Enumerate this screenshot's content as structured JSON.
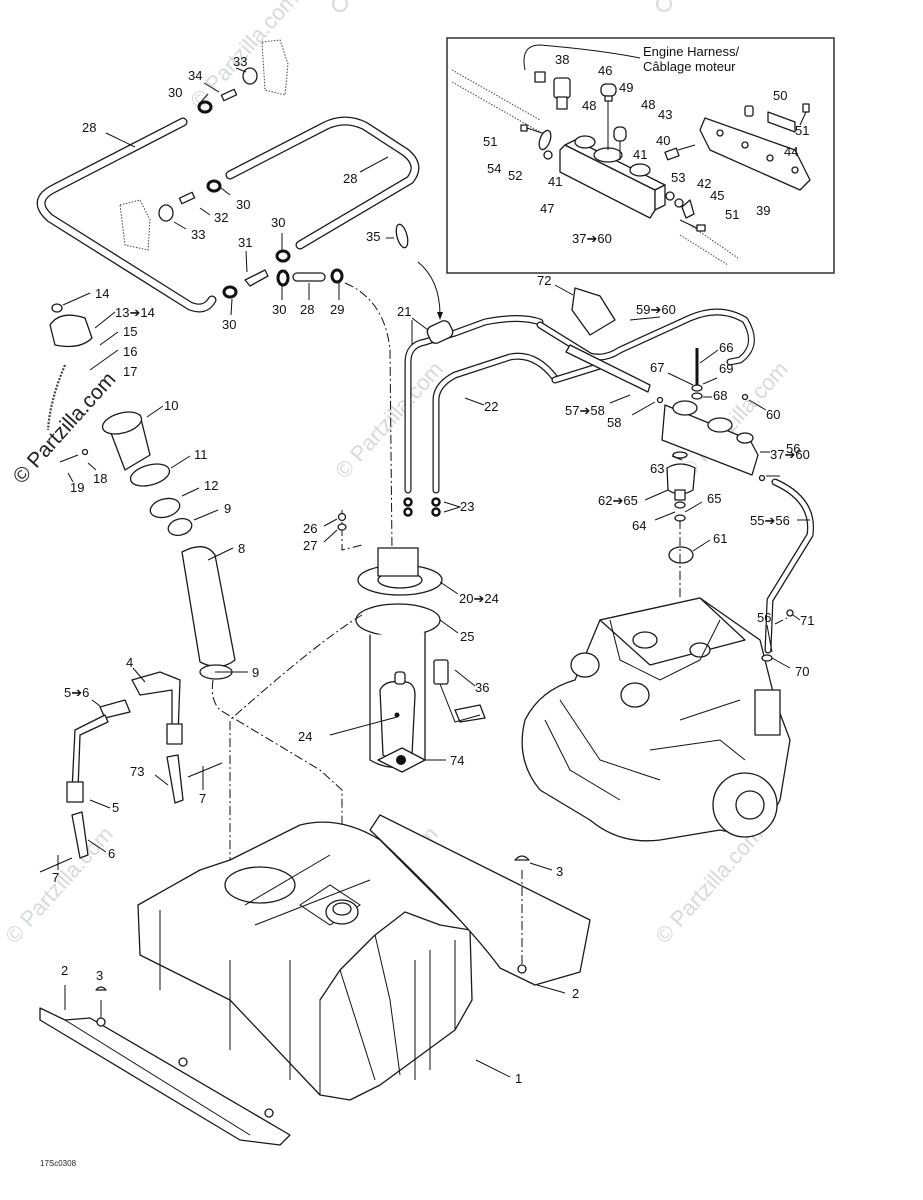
{
  "diagram": {
    "title": "Fuel System Exploded View",
    "drawing_code": "17Sc0308",
    "inset": {
      "harness_label_line1": "Engine Harness/",
      "harness_label_line2": "Câblage moteur"
    },
    "watermark": {
      "text": "© Partzilla.com",
      "prominent_text": "© Partzilla.com"
    },
    "callouts": [
      {
        "id": "c38",
        "text": "38"
      },
      {
        "id": "c46",
        "text": "46"
      },
      {
        "id": "c49",
        "text": "49"
      },
      {
        "id": "c48a",
        "text": "48"
      },
      {
        "id": "c48b",
        "text": "48"
      },
      {
        "id": "c43",
        "text": "43"
      },
      {
        "id": "c50",
        "text": "50"
      },
      {
        "id": "c51a",
        "text": "51"
      },
      {
        "id": "c51b",
        "text": "51"
      },
      {
        "id": "c51c",
        "text": "51"
      },
      {
        "id": "c54",
        "text": "54"
      },
      {
        "id": "c52",
        "text": "52"
      },
      {
        "id": "c41a",
        "text": "41"
      },
      {
        "id": "c41b",
        "text": "41"
      },
      {
        "id": "c40",
        "text": "40"
      },
      {
        "id": "c44",
        "text": "44"
      },
      {
        "id": "c47",
        "text": "47"
      },
      {
        "id": "c53",
        "text": "53"
      },
      {
        "id": "c42",
        "text": "42"
      },
      {
        "id": "c45",
        "text": "45"
      },
      {
        "id": "c39",
        "text": "39"
      },
      {
        "id": "c37-60-inset",
        "text": "37➔60"
      },
      {
        "id": "c33a",
        "text": "33"
      },
      {
        "id": "c34",
        "text": "34"
      },
      {
        "id": "c30a",
        "text": "30"
      },
      {
        "id": "c28a",
        "text": "28"
      },
      {
        "id": "c28b",
        "text": "28"
      },
      {
        "id": "c30b",
        "text": "30"
      },
      {
        "id": "c32",
        "text": "32"
      },
      {
        "id": "c33b",
        "text": "33"
      },
      {
        "id": "c30c",
        "text": "30"
      },
      {
        "id": "c31",
        "text": "31"
      },
      {
        "id": "c35",
        "text": "35"
      },
      {
        "id": "c30d",
        "text": "30"
      },
      {
        "id": "c30e",
        "text": "30"
      },
      {
        "id": "c28c",
        "text": "28"
      },
      {
        "id": "c29",
        "text": "29"
      },
      {
        "id": "c14",
        "text": "14"
      },
      {
        "id": "c13-14",
        "text": "13➔14"
      },
      {
        "id": "c15",
        "text": "15"
      },
      {
        "id": "c16",
        "text": "16"
      },
      {
        "id": "c17",
        "text": "17"
      },
      {
        "id": "c10",
        "text": "10"
      },
      {
        "id": "c11",
        "text": "11"
      },
      {
        "id": "c12",
        "text": "12"
      },
      {
        "id": "c9a",
        "text": "9"
      },
      {
        "id": "c8",
        "text": "8"
      },
      {
        "id": "c18",
        "text": "18"
      },
      {
        "id": "c19",
        "text": "19"
      },
      {
        "id": "c21",
        "text": "21"
      },
      {
        "id": "c22",
        "text": "22"
      },
      {
        "id": "c23",
        "text": "23"
      },
      {
        "id": "c26",
        "text": "26"
      },
      {
        "id": "c27",
        "text": "27"
      },
      {
        "id": "c20-24",
        "text": "20➔24"
      },
      {
        "id": "c25",
        "text": "25"
      },
      {
        "id": "c36",
        "text": "36"
      },
      {
        "id": "c24",
        "text": "24"
      },
      {
        "id": "c74",
        "text": "74"
      },
      {
        "id": "c72",
        "text": "72"
      },
      {
        "id": "c59-60",
        "text": "59➔60"
      },
      {
        "id": "c66",
        "text": "66"
      },
      {
        "id": "c67",
        "text": "67"
      },
      {
        "id": "c69",
        "text": "69"
      },
      {
        "id": "c68",
        "text": "68"
      },
      {
        "id": "c57-58",
        "text": "57➔58"
      },
      {
        "id": "c58",
        "text": "58"
      },
      {
        "id": "c60",
        "text": "60"
      },
      {
        "id": "c37-60",
        "text": "37➔60"
      },
      {
        "id": "c63",
        "text": "63"
      },
      {
        "id": "c56a",
        "text": "56"
      },
      {
        "id": "c62-65",
        "text": "62➔65"
      },
      {
        "id": "c65",
        "text": "65"
      },
      {
        "id": "c64",
        "text": "64"
      },
      {
        "id": "c55-56",
        "text": "55➔56"
      },
      {
        "id": "c61",
        "text": "61"
      },
      {
        "id": "c56b",
        "text": "56"
      },
      {
        "id": "c71",
        "text": "71"
      },
      {
        "id": "c70",
        "text": "70"
      },
      {
        "id": "c4",
        "text": "4"
      },
      {
        "id": "c5-6",
        "text": "5➔6"
      },
      {
        "id": "c9b",
        "text": "9"
      },
      {
        "id": "c73",
        "text": "73"
      },
      {
        "id": "c7a",
        "text": "7"
      },
      {
        "id": "c5",
        "text": "5"
      },
      {
        "id": "c6",
        "text": "6"
      },
      {
        "id": "c7b",
        "text": "7"
      },
      {
        "id": "c3a",
        "text": "3"
      },
      {
        "id": "c3b",
        "text": "3"
      },
      {
        "id": "c2a",
        "text": "2"
      },
      {
        "id": "c2b",
        "text": "2"
      },
      {
        "id": "c1",
        "text": "1"
      }
    ]
  }
}
